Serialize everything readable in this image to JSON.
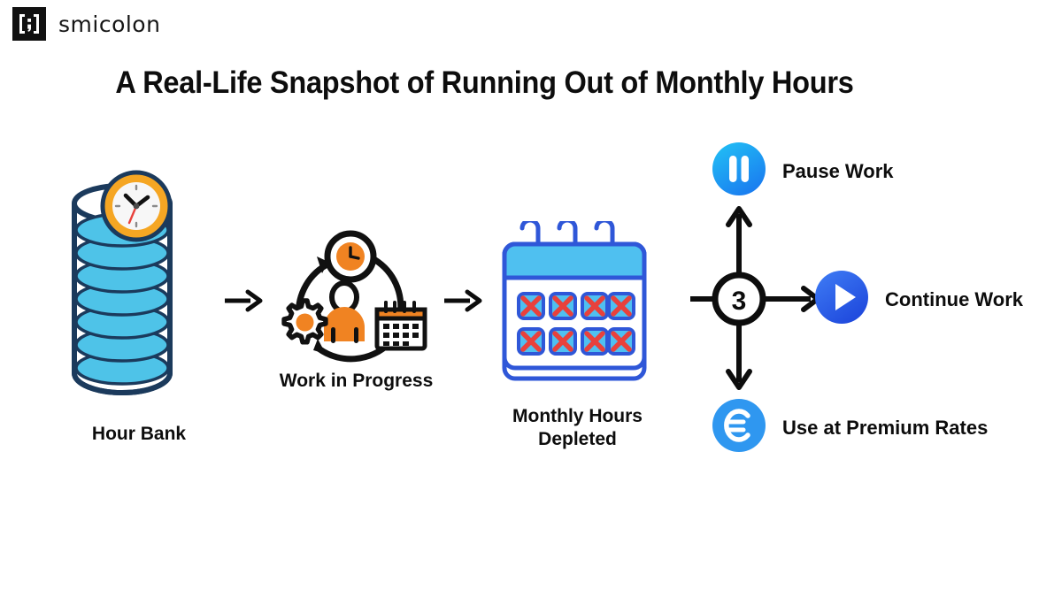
{
  "brand": {
    "mark_icon": "bracketed-semicolon-icon",
    "name": "smicolon"
  },
  "title": "A Real-Life Snapshot of Running Out of Monthly Hours",
  "stages": [
    {
      "id": "hour-bank",
      "caption": "Hour Bank",
      "icon": "coin-stack-with-clock-icon",
      "disc_count": 8
    },
    {
      "id": "work-in-progress",
      "caption": "Work in Progress",
      "icon": "work-cycle-person-icon",
      "sub_icons": [
        "clock-icon",
        "calendar-icon",
        "gear-icon",
        "person-icon"
      ]
    },
    {
      "id": "monthly-hours-depleted",
      "caption": "Monthly Hours\nDepleted",
      "icon": "calendar-crossed-days-icon",
      "crossed_days": 8
    }
  ],
  "flow_arrows": [
    "arrow-right-icon",
    "arrow-right-icon"
  ],
  "decision": {
    "hub_label": "3",
    "branches": [
      {
        "id": "pause",
        "label": "Pause Work",
        "icon": "pause-circle-icon",
        "direction": "up",
        "color": "#24a6f2"
      },
      {
        "id": "continue",
        "label": "Continue Work",
        "icon": "play-circle-icon",
        "direction": "right",
        "color": "#2f6df0"
      },
      {
        "id": "premium",
        "label": "Use at Premium Rates",
        "icon": "euro-circle-icon",
        "direction": "down",
        "color": "#2f97f0"
      }
    ]
  },
  "colors": {
    "navy": "#1b3a5c",
    "cyan": "#4ec3e8",
    "orange": "#f08322",
    "blue": "#2f57d8",
    "red": "#e8413c",
    "black": "#0d0d0d"
  }
}
